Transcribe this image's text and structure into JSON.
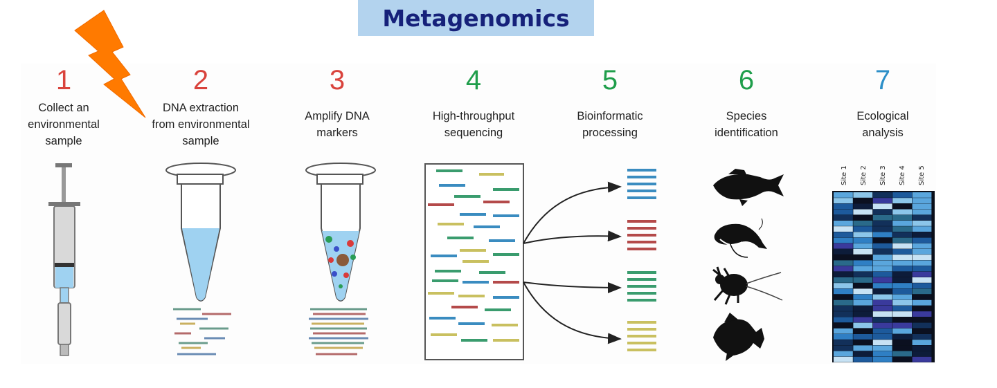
{
  "title": "Metagenomics",
  "steps": [
    {
      "number": "1",
      "label_lines": [
        "Collect an",
        "environmental",
        "sample"
      ],
      "color": "#d9433c"
    },
    {
      "number": "2",
      "label_lines": [
        "DNA extraction",
        "from environmental",
        "sample"
      ],
      "color": "#d9433c"
    },
    {
      "number": "3",
      "label_lines": [
        "Amplify DNA",
        "markers"
      ],
      "color": "#d9433c"
    },
    {
      "number": "4",
      "label_lines": [
        "High-throughput",
        "sequencing"
      ],
      "color": "#1f9e4b"
    },
    {
      "number": "5",
      "label_lines": [
        "Bioinformatic",
        "processing"
      ],
      "color": "#1f9e4b"
    },
    {
      "number": "6",
      "label_lines": [
        "Species",
        "identification"
      ],
      "color": "#1f9e4b"
    },
    {
      "number": "7",
      "label_lines": [
        "Ecological",
        "analysis"
      ],
      "color": "#2d8fc8"
    }
  ],
  "heatmap": {
    "columns": [
      "Site 1",
      "Site 2",
      "Site 3",
      "Site 4",
      "Site 5"
    ]
  },
  "icons": {
    "lightning": "lightning-bolt-icon",
    "syringe": "syringe-icon",
    "tube_extraction": "tube-extraction-icon",
    "tube_amplification": "tube-amplification-icon",
    "sequencing": "sequencing-panel-icon",
    "species": [
      "fish-icon",
      "shrimp-icon",
      "crab-icon",
      "fish-icon"
    ]
  },
  "colors": {
    "title_bg": "#b3d3ee",
    "title_text": "#16217a",
    "lightning": "#ff7a00",
    "liquid": "#9fd2f1"
  }
}
